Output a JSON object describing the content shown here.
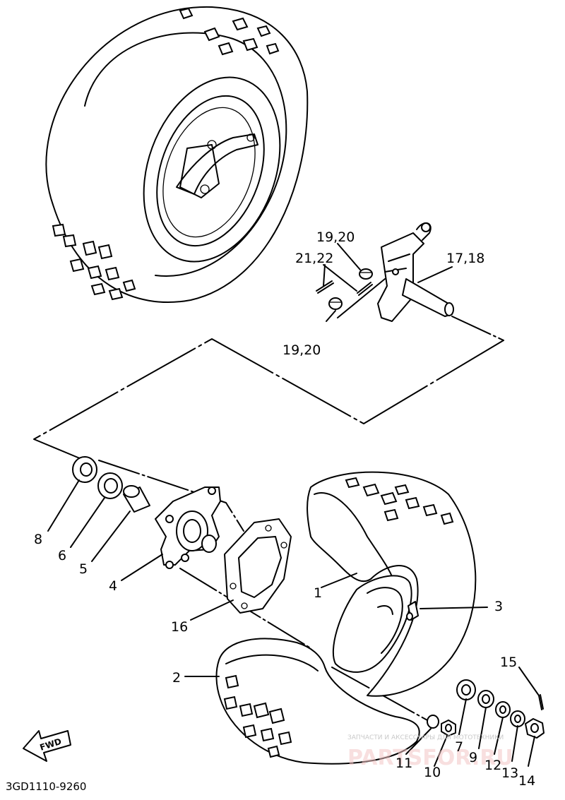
{
  "diagram": {
    "labels": {
      "l_19_20_top": "19,20",
      "l_21_22": "21,22",
      "l_17_18": "17,18",
      "l_19_20_bottom": "19,20",
      "l_8": "8",
      "l_6": "6",
      "l_5": "5",
      "l_4": "4",
      "l_16": "16",
      "l_1": "1",
      "l_3": "3",
      "l_2": "2",
      "l_15": "15",
      "l_11": "11",
      "l_10": "10",
      "l_7": "7",
      "l_9": "9",
      "l_12": "12",
      "l_13": "13",
      "l_14": "14"
    },
    "drawing_code": "3GD1110-9260",
    "fwd_label": "FWD"
  },
  "watermark": {
    "line1": "ЗАПЧАСТИ И АКСЕССУАРЫ ДЛЯ МОТОТЕХНИКИ",
    "line2": "PARTSFOR.RU"
  }
}
